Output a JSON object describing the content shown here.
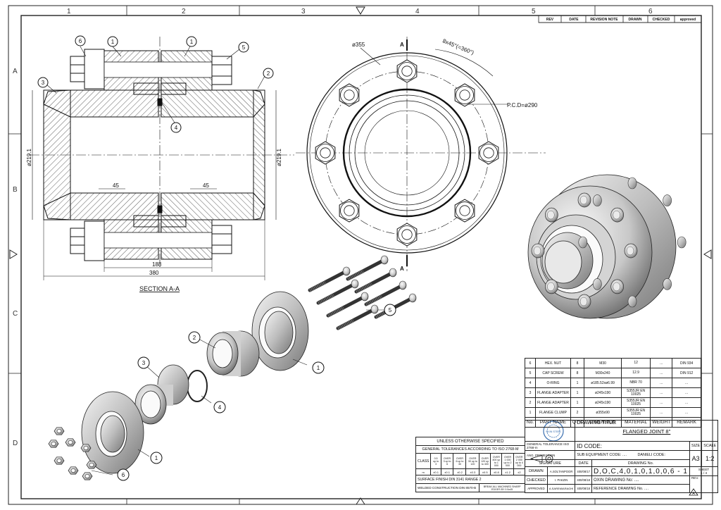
{
  "zone_columns": [
    "1",
    "2",
    "3",
    "4",
    "5",
    "6"
  ],
  "zone_rows": [
    "A",
    "B",
    "C",
    "D"
  ],
  "revision_block": {
    "headers": [
      "REV",
      "DATE",
      "REVISION NOTE",
      "DRAWN",
      "CHECKED",
      "approved"
    ]
  },
  "section_view": {
    "title": "SECTION A-A",
    "dim_length_total": "380",
    "dim_length_inner": "188",
    "dim_dia_left": "ø219.1",
    "dim_dia_right": "ø219.1",
    "bevel_left": "45",
    "bevel_right": "45",
    "balloons": [
      "6",
      "1",
      "1",
      "5",
      "3",
      "2",
      "4"
    ]
  },
  "end_view": {
    "dim_od": "ø355",
    "dim_angle": "8x45°(=360°)",
    "dim_pcd": "P.C.D=ø290",
    "section_marker": "A"
  },
  "exploded_view": {
    "balloons": [
      "2",
      "3",
      "4",
      "1",
      "1",
      "5",
      "6"
    ]
  },
  "bom": {
    "headers": [
      "No.",
      "PART NAME",
      "QTY.",
      "DIMENSION",
      "MATERIAL",
      "WEIGHT",
      "REMARK"
    ],
    "rows": [
      [
        "6",
        "HEX. NUT",
        "8",
        "M30",
        "12",
        "...",
        "DIN 934"
      ],
      [
        "5",
        "CAP SCREW",
        "8",
        "M30x240",
        "12.9",
        "...",
        "DIN 912"
      ],
      [
        "4",
        "O-RING",
        "1",
        "ø185.52xø6.99",
        "NBR 70",
        "...",
        "..."
      ],
      [
        "3",
        "FLANGE ADAPTER",
        "1",
        "ø245x190",
        "S355JR EN 10025",
        "...",
        "..."
      ],
      [
        "2",
        "FLANGE ADAPTER",
        "1",
        "ø245x190",
        "S355JR EN 10025",
        "...",
        "..."
      ],
      [
        "1",
        "FLANGE CLUMP",
        "2",
        "ø355x90",
        "S355JR EN 10025",
        "...",
        "..."
      ]
    ]
  },
  "tolerance_block": {
    "title": "UNLESS OTHERWISE SPECIFIED",
    "general": "GENERAL TOLERANCES ACCORDING TO ISO 2768-M",
    "class_label": "CLASS",
    "ranges": [
      "0.5 up to 3",
      "OVER 3 up to 6",
      "OVER 6 up to 30",
      "OVER 30 up to 120",
      "OVER 120 up to 400",
      "OVER 400 up to 1 000",
      "OVER 1 000 up to 2 000",
      "OVER 2 000 up to 4 000"
    ],
    "m_label": "m",
    "m_values": [
      "±0.1",
      "±0.1",
      "±0.2",
      "±0.3",
      "±0.5",
      "±0.8",
      "±1.2",
      "±2"
    ],
    "surface": "SURFACE FINISH DIN 3141 RANGE 2",
    "welded": "WELDED CONSTRUCTION DIN 8570-B",
    "break_edges": "BREAK ALL MACHINED SHARP EDGES BY 0.5x45"
  },
  "title_block": {
    "general_tolerance": "GENERAL TOLERANCE ISO 2768-m",
    "ang_projection": "ANG. PROJECTION",
    "signature_header": "SIGNATURE",
    "date_header": "DATE",
    "drawn_label": "DRAWN",
    "drawn_name": "A.SOLTANPOOR",
    "drawn_date": "400/08/17",
    "checked_label": "CHECKED",
    "checked_name": "I. PAKZIN",
    "checked_date": "400/08/18",
    "approved_label": "APPROVED",
    "approved_name": "A.SAREMIARAGHI",
    "approved_date": "400/08/18",
    "drawing_title_label": "DRAWING TITLE:",
    "drawing_title": "FLANGED JOINT 8\"",
    "id_code_label": "ID CODE:",
    "sub_equipment_label": "SUB EQUIPMENT CODE:",
    "sub_equipment_value": "....",
    "danieli_code_label": "DANIELI CODE:",
    "drawing_no_label": "DRAWING No.",
    "drawing_no": "D,O,C,4,0,1,0,1,0,0,6 - 1",
    "oxin_label": "OXIN DRAWING No:",
    "oxin_value": "....",
    "reference_label": "REFERENCE DRAWING No.",
    "reference_value": "....",
    "size_label": "SIZE",
    "size_value": "A3",
    "scale_label": "SCALE",
    "scale_value": "1:2",
    "sheet_label": "SHEET",
    "sheet_value": "1 / 4",
    "rev_label": "REV.",
    "logo_text": "OXIN STEEL"
  }
}
